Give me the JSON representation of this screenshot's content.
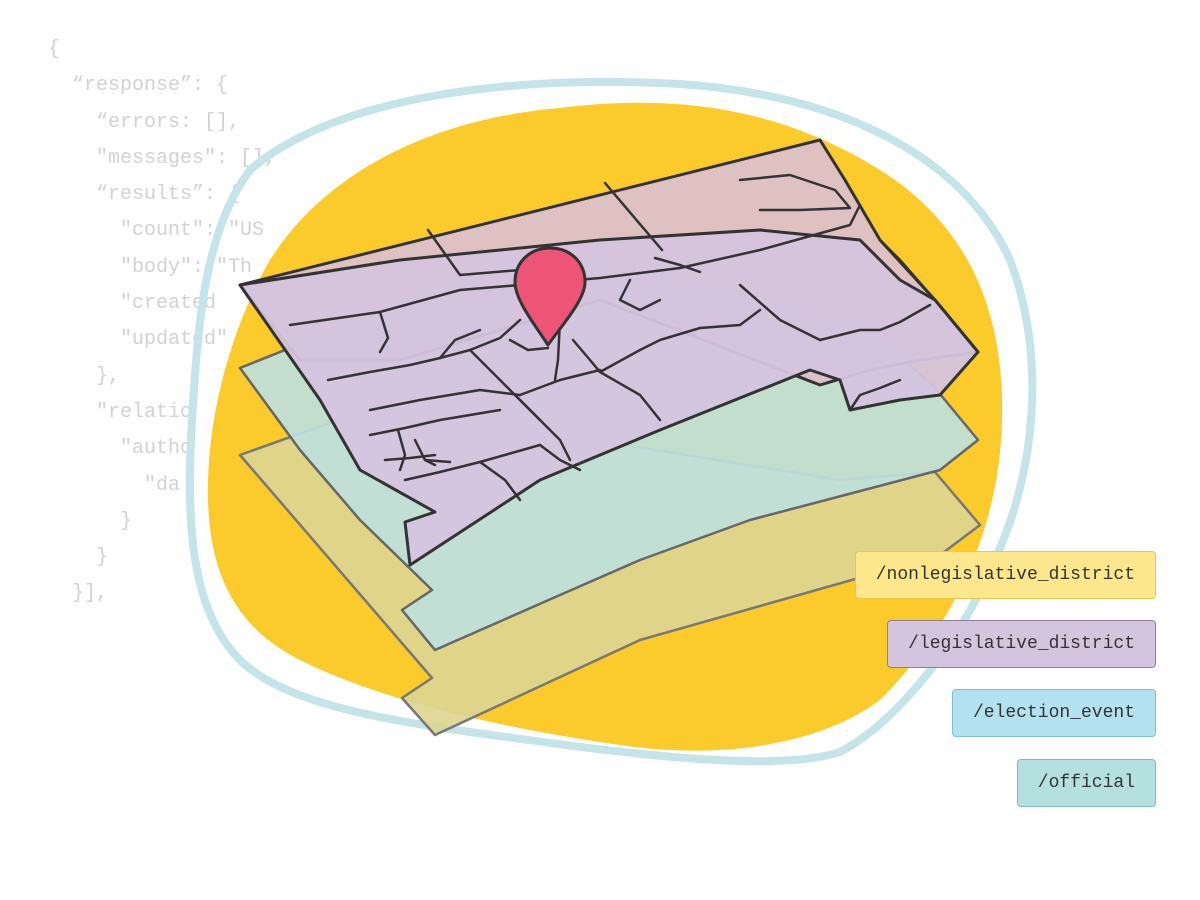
{
  "code_snippet": {
    "lines": [
      "{",
      "  “response”: {",
      "    “errors: [],",
      "    \"messages\": [],",
      "    “results”: {",
      "      \"count\": \"US",
      "      \"body\": \"Th",
      "      \"created",
      "      \"updated\"",
      "    },",
      "    \"relatio",
      "      \"autho",
      "        \"da",
      "      }",
      "    }",
      "  }],"
    ]
  },
  "colors": {
    "blob": "#fbcb2c",
    "outline": "#c5e4ea",
    "nonlegislative_layer": "#dbd591",
    "election_layer": "#bfe0dc",
    "legislative_layer": "#d5c4de",
    "top_layer": "#dcc0c8",
    "pin": "#ee5378",
    "code_text": "#d2d2d2"
  },
  "endpoints": [
    {
      "label": "/nonlegislative_district",
      "bg": "#fde78c",
      "border": "#e7c84d"
    },
    {
      "label": "/legislative_district",
      "bg": "#d5c4de",
      "border": "#8f7f98"
    },
    {
      "label": "/election_event",
      "bg": "#b3e1ef",
      "border": "#7fbfd2"
    },
    {
      "label": "/official",
      "bg": "#b4e0e0",
      "border": "#7dbcbc"
    }
  ],
  "map": {
    "pin_icon": "map-pin-icon"
  }
}
